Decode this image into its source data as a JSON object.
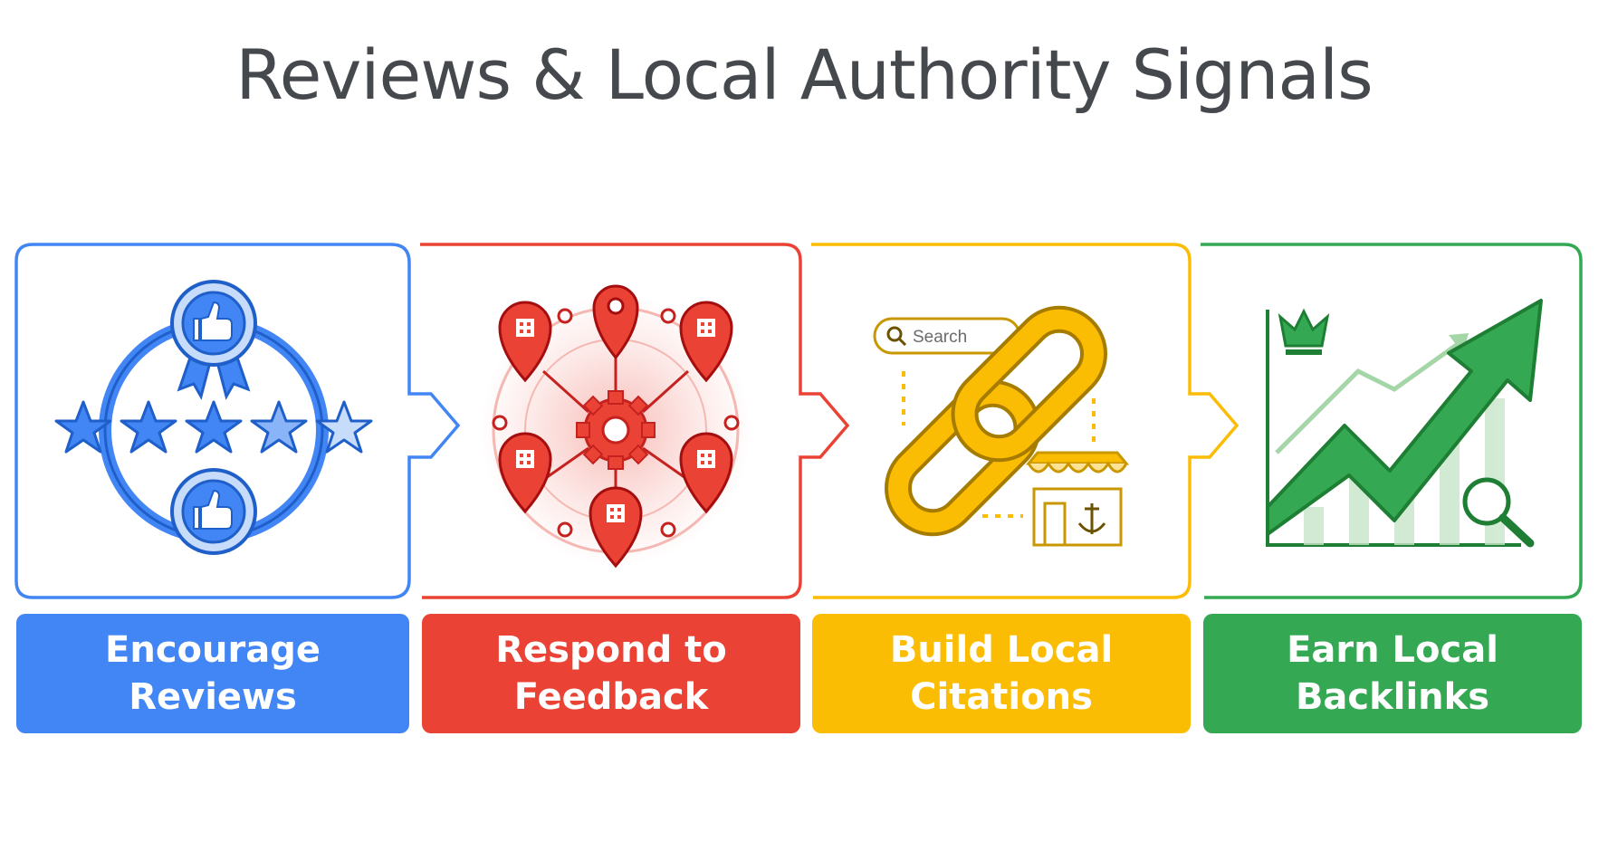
{
  "title": "Reviews & Local Authority Signals",
  "colors": {
    "blue": "#4285f4",
    "red": "#ea4335",
    "yellow": "#fbbc04",
    "green": "#34a853",
    "title_text": "#45484d"
  },
  "steps": [
    {
      "label_line1": "Encourage",
      "label_line2": "Reviews",
      "icon": "stars-and-thumbs-up-icon",
      "color": "#4285f4"
    },
    {
      "label_line1": "Respond to",
      "label_line2": "Feedback",
      "icon": "location-network-gear-icon",
      "color": "#ea4335"
    },
    {
      "label_line1": "Build Local",
      "label_line2": "Citations",
      "icon": "chain-link-search-store-icon",
      "color": "#fbbc04",
      "search_text": "Search"
    },
    {
      "label_line1": "Earn Local",
      "label_line2": "Backlinks",
      "icon": "growth-arrow-crown-icon",
      "color": "#34a853"
    }
  ]
}
